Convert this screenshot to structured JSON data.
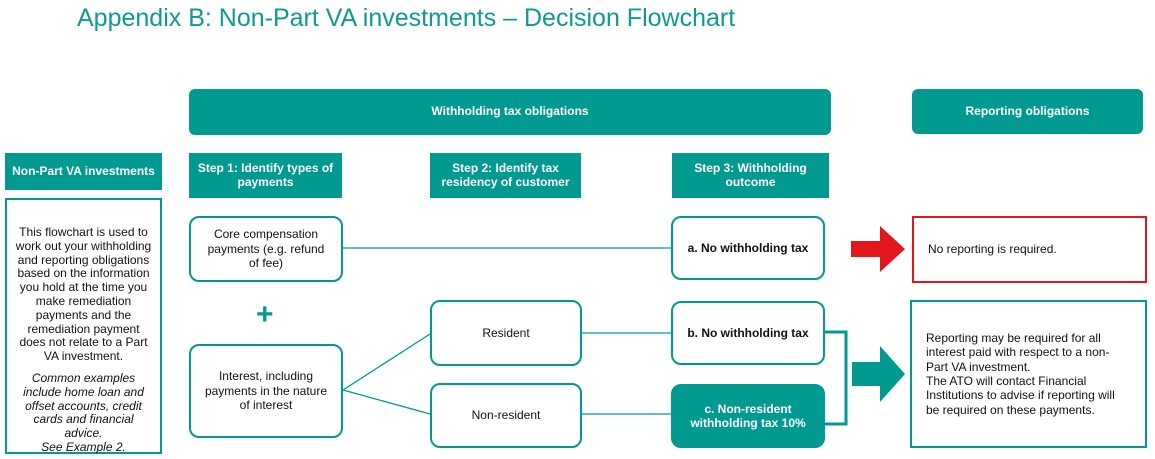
{
  "title": "Appendix B: Non-Part VA investments – Decision Flowchart",
  "headers": {
    "withholding": "Withholding tax obligations",
    "reporting": "Reporting obligations"
  },
  "sidebar": {
    "header": "Non-Part VA investments",
    "body": "This flowchart is used to work out your withholding and reporting obligations based on the information you hold at the time you make remediation payments and the remediation payment does not relate to a Part VA investment.",
    "examples": "Common examples include home loan and offset accounts, credit cards and financial advice.",
    "see_example": "See Example 2."
  },
  "steps": {
    "step1": "Step 1: Identify types of payments",
    "step2": "Step 2: Identify tax residency of customer",
    "step3": "Step 3: Withholding outcome"
  },
  "nodes": {
    "core_compensation": "Core compensation payments (e.g. refund of fee)",
    "plus": "+",
    "interest": "Interest, including payments in the nature of interest",
    "resident": "Resident",
    "non_resident": "Non-resident",
    "outcome_a": "a. No withholding tax",
    "outcome_b": "b. No withholding tax",
    "outcome_c": "c. Non-resident withholding tax 10%"
  },
  "reporting": {
    "no_reporting": "No reporting is required.",
    "reporting_required": "Reporting may be required for all interest paid with respect to a non-Part VA investment.",
    "ato_contact": "The ATO will contact Financial Institutions to advise if reporting will be required on these payments."
  },
  "colors": {
    "teal": "#009a90",
    "red": "#e2161b",
    "title": "#0f9a90"
  }
}
